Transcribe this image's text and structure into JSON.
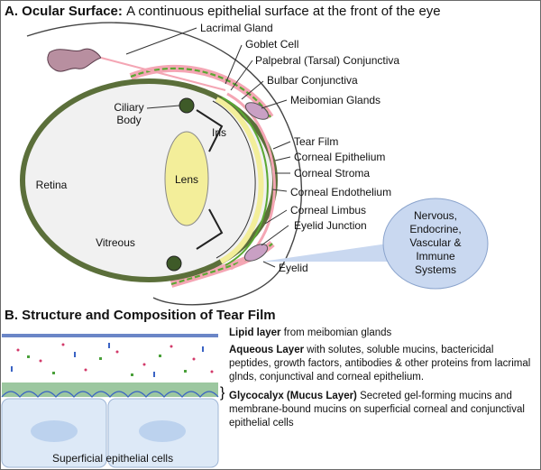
{
  "section_a": {
    "prefix": "A.",
    "title": "Ocular Surface:",
    "subtitle": "A continuous epithelial surface at the front of the eye"
  },
  "section_b": {
    "prefix": "B.",
    "title": "Structure and Composition of Tear Film"
  },
  "eye_labels": {
    "lacrimal_gland": "Lacrimal Gland",
    "goblet_cell": "Goblet Cell",
    "palpebral_conjunctiva": "Palpebral (Tarsal) Conjunctiva",
    "bulbar_conjunctiva": "Bulbar Conjunctiva",
    "meibomian_glands": "Meibomian Glands",
    "tear_film": "Tear Film",
    "corneal_epithelium": "Corneal Epithelium",
    "corneal_stroma": "Corneal Stroma",
    "corneal_endothelium": "Corneal Endothelium",
    "corneal_limbus": "Corneal Limbus",
    "eyelid_junction": "Eyelid Junction",
    "eyelid": "Eyelid",
    "ciliary_body_1": "Ciliary",
    "ciliary_body_2": "Body",
    "iris": "Iris",
    "lens": "Lens",
    "retina": "Retina",
    "vitreous": "Vitreous"
  },
  "bubble": {
    "line1": "Nervous,",
    "line2": "Endocrine,",
    "line3": "Vascular &",
    "line4": "Immune",
    "line5": "Systems"
  },
  "tear_film": {
    "lipid_bold": "Lipid layer",
    "lipid_text": " from meibomian glands",
    "aqueous_bold": "Aqueous Layer",
    "aqueous_text": " with solutes, soluble mucins, bactericidal peptides, growth factors, antibodies & other proteins from lacrimal glnds, conjunctival and corneal epithelium.",
    "glyco_bold": "Glycocalyx (Mucus Layer)",
    "glyco_text": " Secreted gel-forming mucins and membrane-bound mucins on superficial corneal and conjunctival epithelial cells",
    "cells_label": "Superficial epithelial cells"
  },
  "colors": {
    "conjunctiva_pink": "#f4a6b4",
    "green": "#5aa832",
    "lens_yellow": "#f3ee9a",
    "retina_green": "#5b6f3a",
    "bubble_blue": "#c9d8f0",
    "cell_blue": "#dde9f7"
  }
}
